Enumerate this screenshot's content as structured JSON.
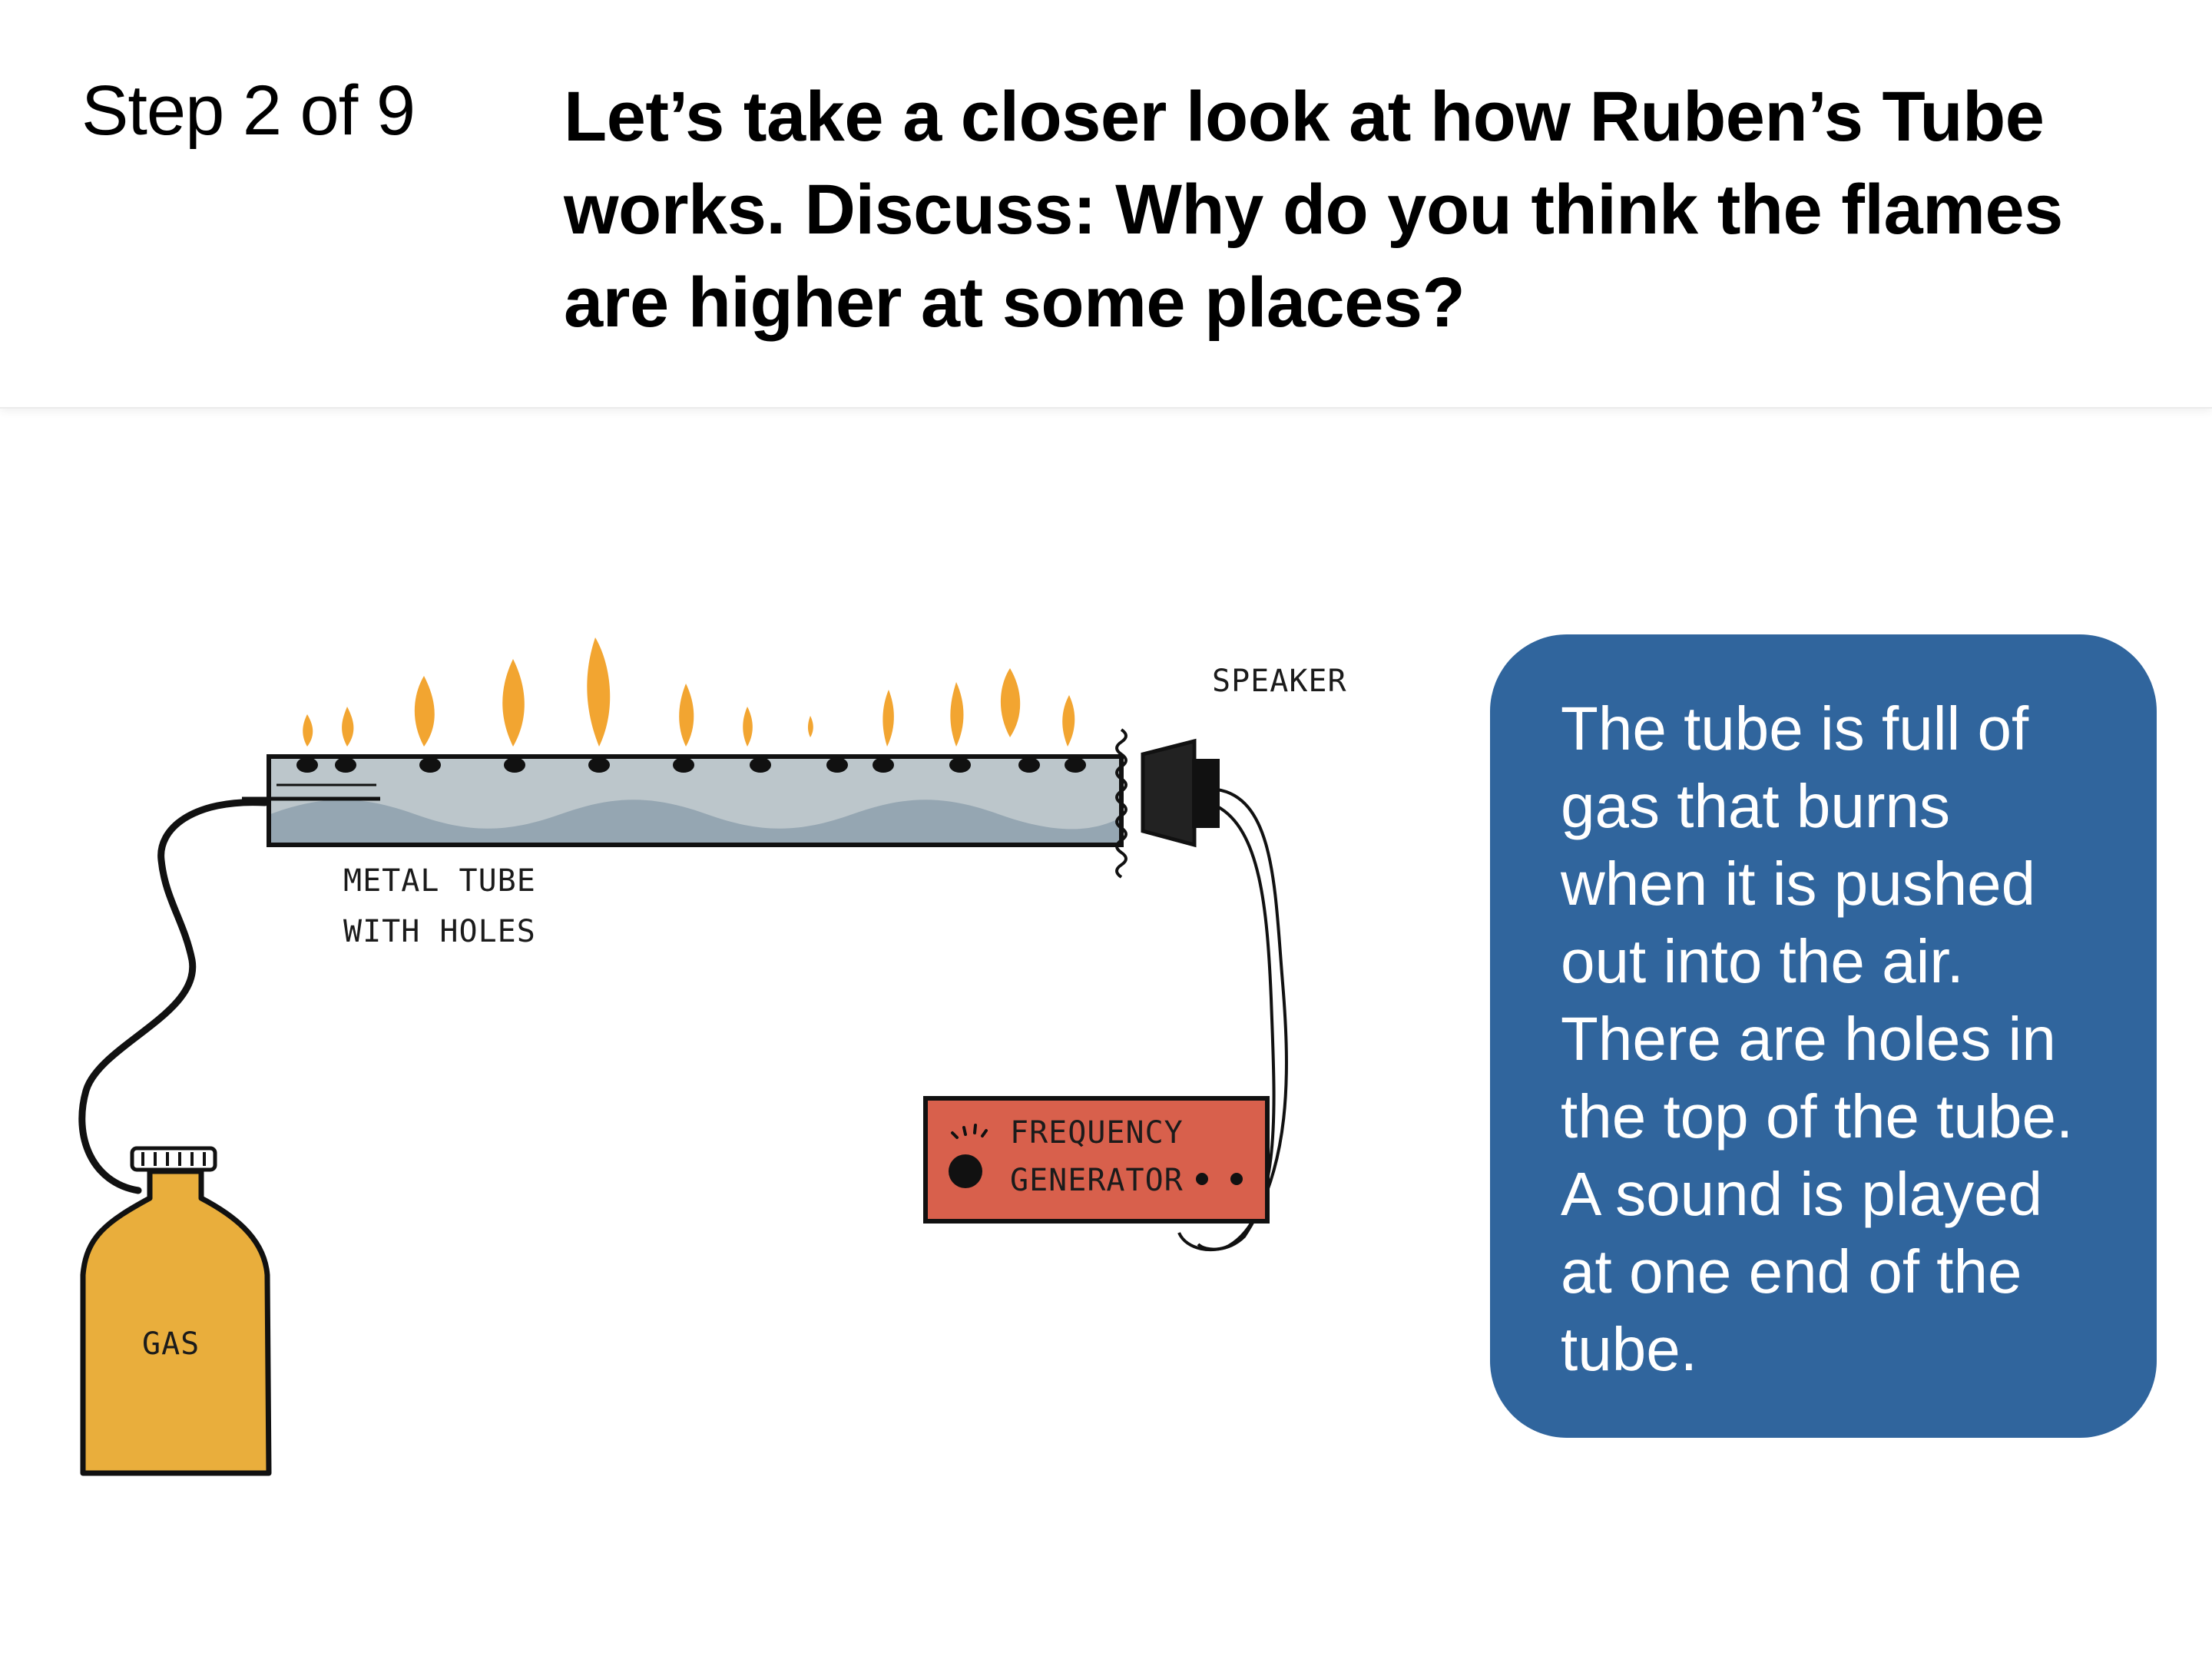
{
  "header": {
    "step": "Step 2 of 9",
    "prompt": "Let’s take a closer look at how Ruben’s Tube works. Discuss: Why do you think the flames are higher at some places?"
  },
  "diagram": {
    "labels": {
      "speaker": "SPEAKER",
      "metal_tube_line1": "METAL TUBE",
      "metal_tube_line2": "WITH HOLES",
      "frequency_line1": "FREQUENCY",
      "frequency_line2": "GENERATOR",
      "gas": "GAS"
    },
    "colors": {
      "flame": "#f2a531",
      "tube": "#bcc6cb",
      "wave": "#95a6b2",
      "generator": "#d8604c",
      "gas_tank": "#e9ae3c",
      "outline": "#111111"
    }
  },
  "info_card": {
    "text": "The tube is full of gas that burns when it is pushed out into the air. There are holes in the top of the tube. A sound is played at one end of the tube.",
    "background": "#30659d"
  }
}
